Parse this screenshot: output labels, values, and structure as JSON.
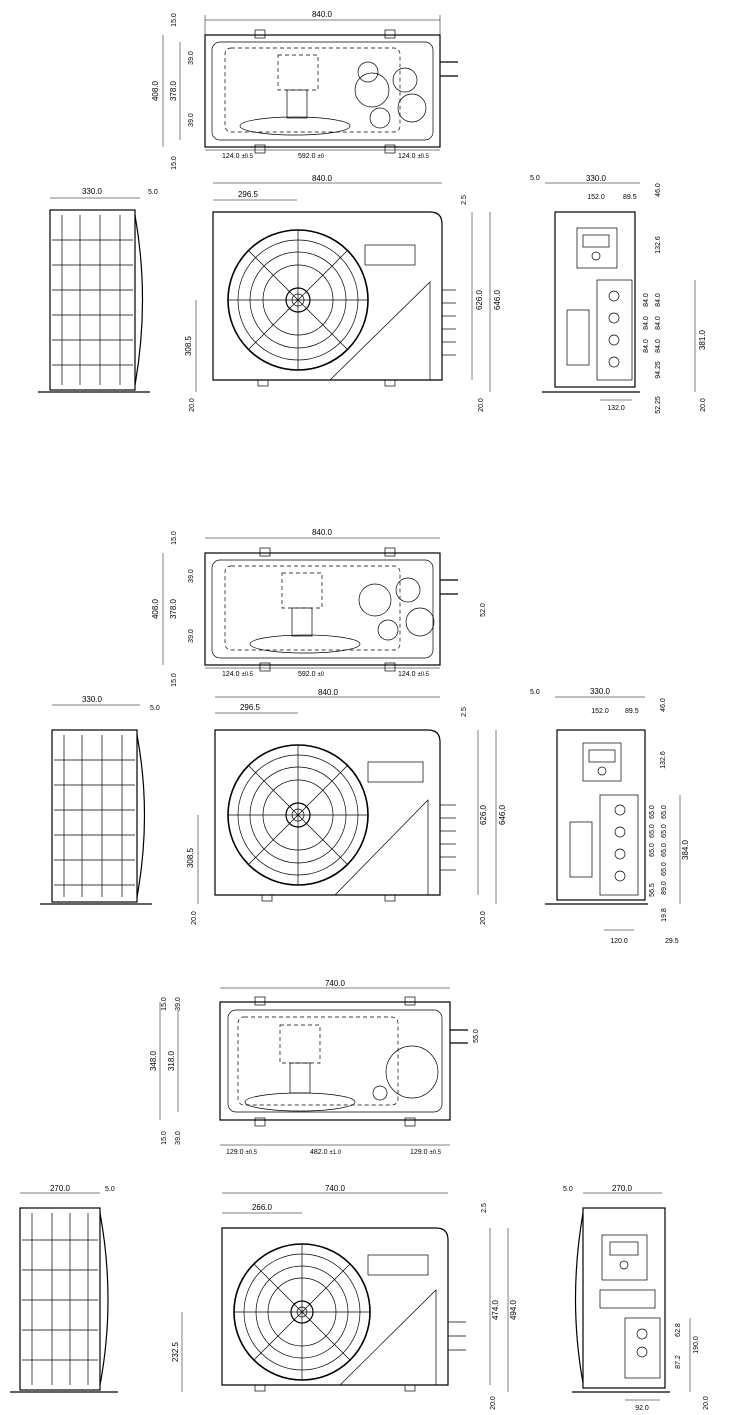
{
  "unit_a": {
    "top": {
      "width": "840.0",
      "left_edge": "15.0",
      "depth": "408.0",
      "inner": "378.0",
      "inset_top": "39.0",
      "inset_bottom": "39.0",
      "bottom_edge": "15.0",
      "hole_left": "124.0",
      "hole_left_tol": "±0.5",
      "hole_mid": "592.0",
      "hole_mid_tol": "±0",
      "hole_right": "124.0",
      "hole_right_tol": "±0.5"
    },
    "side_left": {
      "depth": "330.0",
      "offset": "5.0"
    },
    "front": {
      "width": "840.0",
      "fan_offset": "296.5",
      "top_gap": "2.5",
      "body_height": "626.0",
      "total_height": "646.0",
      "fan_height": "308.5",
      "foot_left": "20.0",
      "foot_right": "20.0"
    },
    "side_right": {
      "offset": "5.0",
      "depth": "330.0",
      "panel_w": "152.0",
      "panel_gap": "89.5",
      "top": "46.0",
      "panel_h": "132.6",
      "spacing": [
        "84.0",
        "84.0",
        "84.0",
        "84.0",
        "84.0",
        "84.0"
      ],
      "bottom": "94.25",
      "base": "52.25",
      "port_w": "132.0",
      "height": "381.0",
      "foot": "20.0"
    }
  },
  "unit_b": {
    "top": {
      "width": "840.0",
      "left_edge": "15.0",
      "depth": "408.0",
      "inner": "378.0",
      "inset_top": "39.0",
      "inset_bottom": "39.0",
      "bottom_edge": "15.0",
      "valve": "52.0",
      "hole_left": "124.0",
      "hole_left_tol": "±0.5",
      "hole_mid": "592.0",
      "hole_mid_tol": "±0",
      "hole_right": "124.0",
      "hole_right_tol": "±0.5"
    },
    "side_left": {
      "depth": "330.0",
      "offset": "5.0"
    },
    "front": {
      "width": "840.0",
      "fan_offset": "296.5",
      "top_gap": "2.5",
      "body_height": "626.0",
      "total_height": "646.0",
      "fan_height": "308.5",
      "foot_left": "20.0",
      "foot_right": "20.0"
    },
    "side_right": {
      "offset": "5.0",
      "depth": "330.0",
      "panel_w": "152.0",
      "panel_gap": "89.5",
      "top": "46.0",
      "panel_h": "132.6",
      "spacing": [
        "65.0",
        "65.0",
        "65.0",
        "65.0",
        "65.0",
        "65.0",
        "65.0"
      ],
      "small": "56.5",
      "bottom": "89.0",
      "base": "19.8",
      "base2": "29.5",
      "port_w": "120.0",
      "height": "384.0"
    }
  },
  "unit_c": {
    "top": {
      "width": "740.0",
      "left_edge": "15.0",
      "inset_top": "39.0",
      "depth": "348.0",
      "inner": "318.0",
      "valve": "55.0",
      "bottom_edge": "15.0",
      "inset_bottom": "39.0",
      "hole_left": "129.0",
      "hole_left_tol": "±0.5",
      "hole_mid": "482.0",
      "hole_mid_tol": "±1.0",
      "hole_right": "129.0",
      "hole_right_tol": "±0.5"
    },
    "side_left": {
      "depth": "270.0",
      "offset": "5.0"
    },
    "front": {
      "width": "740.0",
      "fan_offset": "266.0",
      "top_gap": "2.5",
      "body_height": "474.0",
      "total_height": "494.0",
      "fan_height": "232.5",
      "foot": "20.0"
    },
    "side_right": {
      "offset": "5.0",
      "depth": "270.0",
      "spacing_a": "62.8",
      "spacing_b": "87.2",
      "height": "190.0",
      "port_w": "92.0",
      "foot": "20.0"
    }
  }
}
